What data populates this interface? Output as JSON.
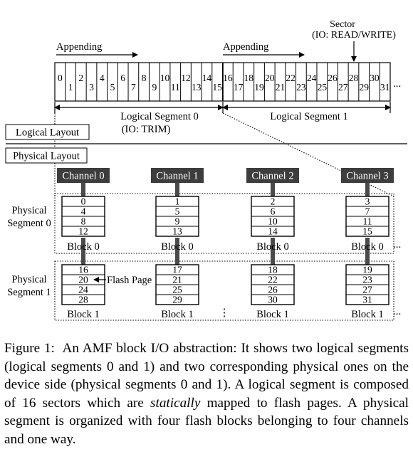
{
  "top": {
    "sector_label_line1": "Sector",
    "sector_label_line2": "(IO: READ/WRITE)",
    "appending_left": "Appending",
    "appending_right": "Appending",
    "sector_numbers": [
      "0",
      "1",
      "2",
      "3",
      "4",
      "5",
      "6",
      "7",
      "8",
      "9",
      "10",
      "11",
      "12",
      "13",
      "14",
      "15",
      "16",
      "17",
      "18",
      "19",
      "20",
      "21",
      "22",
      "23",
      "24",
      "25",
      "26",
      "27",
      "28",
      "29",
      "30",
      "31"
    ],
    "ellipsis": "...",
    "logical_segment_0": "Logical Segment 0",
    "logical_segment_0_io": "(IO: TRIM)",
    "logical_segment_1": "Logical Segment 1"
  },
  "layout_labels": {
    "logical": "Logical Layout",
    "physical": "Physical Layout"
  },
  "channels": [
    {
      "name": "Channel 0",
      "seg0": [
        "0",
        "4",
        "8",
        "12"
      ],
      "seg1": [
        "16",
        "20",
        "24",
        "28"
      ]
    },
    {
      "name": "Channel 1",
      "seg0": [
        "1",
        "5",
        "9",
        "13"
      ],
      "seg1": [
        "17",
        "21",
        "25",
        "29"
      ]
    },
    {
      "name": "Channel 2",
      "seg0": [
        "2",
        "6",
        "10",
        "14"
      ],
      "seg1": [
        "18",
        "22",
        "26",
        "30"
      ]
    },
    {
      "name": "Channel 3",
      "seg0": [
        "3",
        "7",
        "11",
        "15"
      ],
      "seg1": [
        "19",
        "23",
        "27",
        "31"
      ]
    }
  ],
  "segments": {
    "seg0_line1": "Physical",
    "seg0_line2": "Segment 0",
    "seg1_line1": "Physical",
    "seg1_line2": "Segment 1",
    "block0": "Block 0",
    "block1": "Block 1",
    "flash_page": "Flash Page",
    "vdots": "⋮"
  },
  "caption": {
    "label": "Figure 1:",
    "part1": "An AMF block I/O abstraction: It shows two logical segments (logical segments 0 and 1) and two corresponding physical ones on the device side (physical segments 0 and 1). A logical segment is composed of 16 sectors which are",
    "emph": "statically",
    "part2": "mapped to flash pages. A physical segment is organized with four flash blocks belonging to four channels and one way."
  }
}
